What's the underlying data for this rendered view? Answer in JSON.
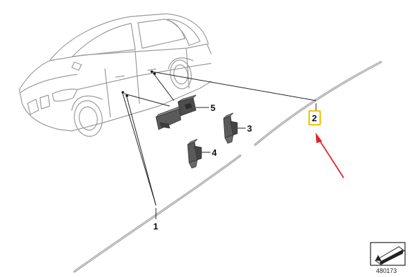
{
  "callouts": {
    "one": "1",
    "two": "2",
    "three": "3",
    "four": "4",
    "five": "5"
  },
  "reference_number": "480173",
  "colors": {
    "highlight": "#f2c200",
    "arrow": "#e8202a",
    "line": "#222222",
    "car_outline": "#9a9a9a",
    "trim_strip": "#a0a0a0"
  },
  "icons": {
    "car": "car-outline-icon",
    "orientation": "orientation-arrow-icon"
  }
}
